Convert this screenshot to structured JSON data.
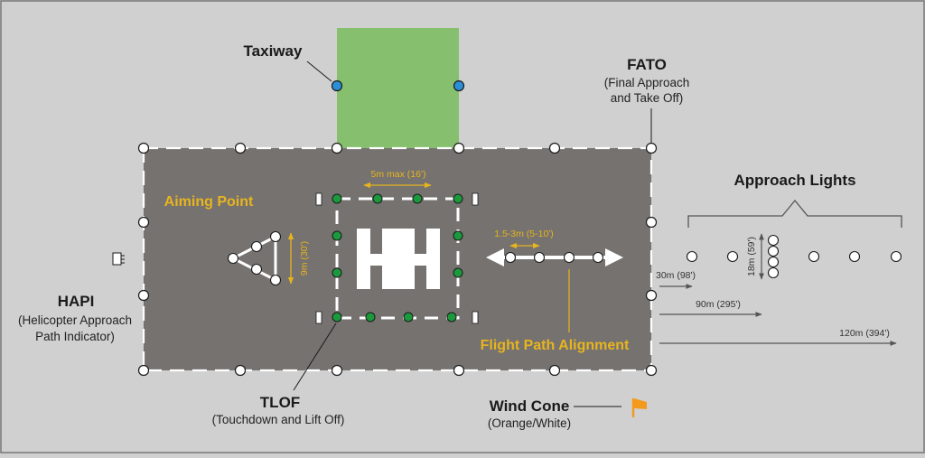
{
  "labels": {
    "taxiway": "Taxiway",
    "fato_title": "FATO",
    "fato_sub1": "(Final Approach",
    "fato_sub2": "and Take Off)",
    "approach_lights": "Approach Lights",
    "aiming_point": "Aiming Point",
    "hapi_title": "HAPI",
    "hapi_sub1": "(Helicopter Approach",
    "hapi_sub2": "Path Indicator)",
    "tlof_title": "TLOF",
    "tlof_sub": "(Touchdown and Lift Off)",
    "flight_path": "Flight Path Alignment",
    "wind_cone_title": "Wind Cone",
    "wind_cone_sub": "(Orange/White)"
  },
  "dimensions": {
    "light_spacing": "5m max (16')",
    "aiming_size": "9m (30')",
    "fpa_spacing": "1.5-3m (5-10')",
    "light_bar": "18m (59')",
    "dist_30": "30m (98')",
    "dist_90": "90m (295')",
    "dist_120": "120m (394')"
  },
  "colors": {
    "background": "#d0d0d0",
    "fato_surface": "#757270",
    "taxiway": "#86bf6e",
    "taxiway_light": "#2b8fd6",
    "tlof_light": "#1a9a3c",
    "label_yellow": "#e8b41e",
    "wind_cone": "#f39a1e"
  }
}
